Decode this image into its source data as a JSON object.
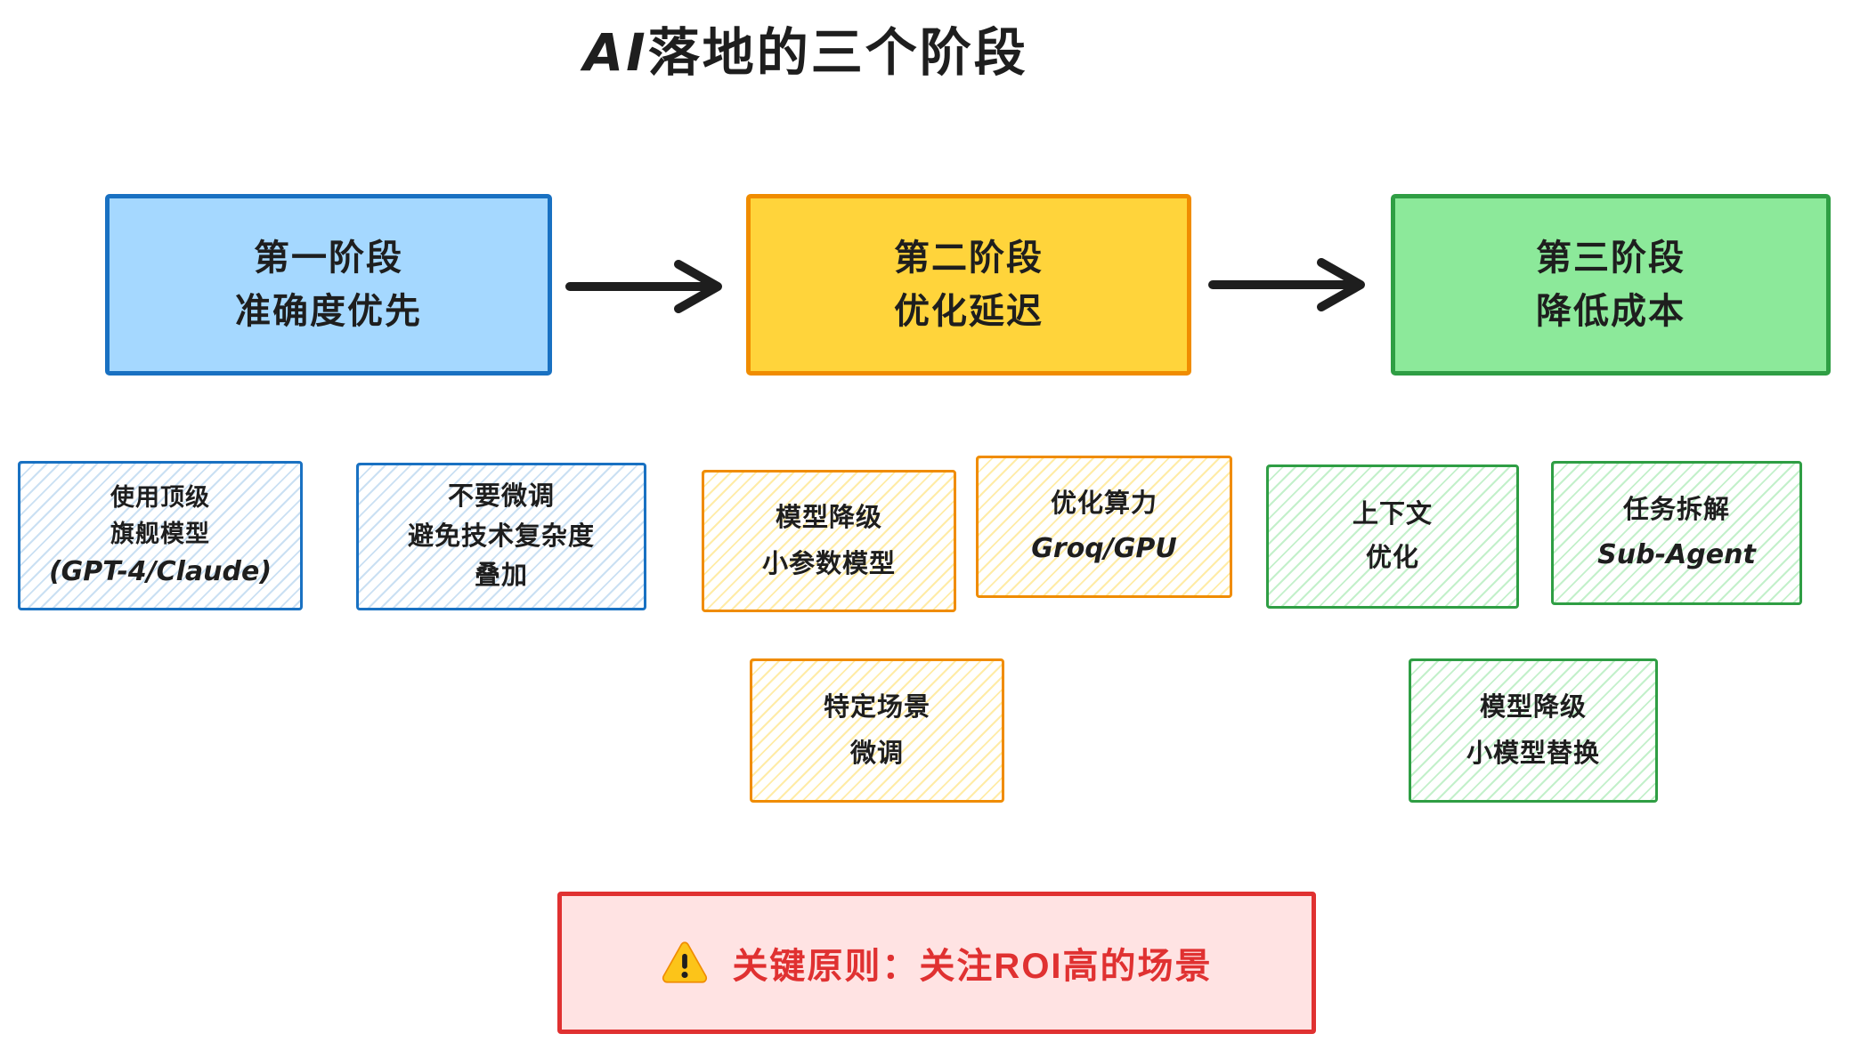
{
  "title": {
    "prefix": "AI",
    "suffix": "落地的三个阶段"
  },
  "stages": [
    {
      "name": "第一阶段",
      "focus": "准确度优先",
      "fill": "#a5d8ff",
      "stroke": "#1971c2"
    },
    {
      "name": "第二阶段",
      "focus": "优化延迟",
      "fill": "#ffd43b",
      "stroke": "#f08c00"
    },
    {
      "name": "第三阶段",
      "focus": "降低成本",
      "fill": "#8ce99a",
      "stroke": "#2f9e44"
    }
  ],
  "notes": [
    {
      "group": "stage-1",
      "color": "blue",
      "lines": [
        "使用顶级",
        "旗舰模型",
        "(GPT-4/Claude)"
      ]
    },
    {
      "group": "stage-1",
      "color": "blue",
      "lines": [
        "不要微调",
        "避免技术复杂度",
        "叠加"
      ]
    },
    {
      "group": "stage-2",
      "color": "orange",
      "lines": [
        "模型降级",
        "小参数模型"
      ]
    },
    {
      "group": "stage-2",
      "color": "orange",
      "lines": [
        "优化算力",
        "Groq/GPU"
      ]
    },
    {
      "group": "stage-3",
      "color": "green",
      "lines": [
        "上下文",
        "优化"
      ]
    },
    {
      "group": "stage-3",
      "color": "green",
      "lines": [
        "任务拆解",
        "Sub-Agent"
      ]
    },
    {
      "group": "stage-2",
      "color": "orange",
      "lines": [
        "特定场景",
        "微调"
      ]
    },
    {
      "group": "stage-3",
      "color": "green",
      "lines": [
        "模型降级",
        "小模型替换"
      ]
    }
  ],
  "principle": {
    "icon": "warning-triangle",
    "text": "关键原则：关注ROI高的场景",
    "text_color": "#e03131",
    "fill": "#ffe3e3",
    "stroke": "#e03131"
  },
  "ink_color": "#1e1e1e"
}
